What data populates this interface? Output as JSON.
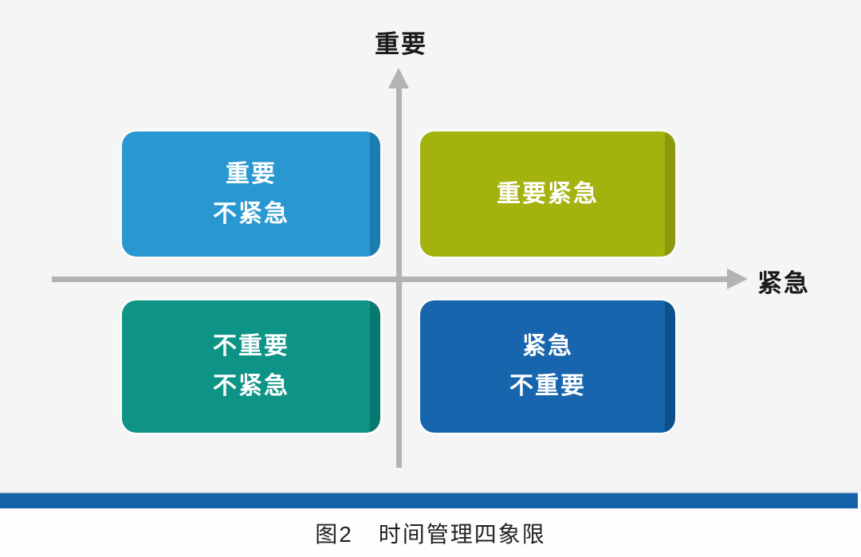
{
  "figure": {
    "axes": {
      "y_label": "重要",
      "x_label": "紧急",
      "axis_color": "#b3b3b3",
      "label_color": "#1a1a1a"
    },
    "quadrants": [
      {
        "id": "important-not-urgent",
        "position": "top-left",
        "lines": [
          "重要",
          "不紧急"
        ],
        "fill": "#2998d1",
        "edge": "#1a7cb0"
      },
      {
        "id": "important-urgent",
        "position": "top-right",
        "lines": [
          "重要紧急"
        ],
        "fill": "#a4b20e",
        "edge": "#8c990c"
      },
      {
        "id": "not-important-not-urgent",
        "position": "bottom-left",
        "lines": [
          "不重要",
          "不紧急"
        ],
        "fill": "#0d9487",
        "edge": "#09786e"
      },
      {
        "id": "urgent-not-important",
        "position": "bottom-right",
        "lines": [
          "紧急",
          "不重要"
        ],
        "fill": "#1765ac",
        "edge": "#10508a"
      }
    ],
    "quadrant_text_color": "#ffffff",
    "divider_bar_color": "#1463a8",
    "diagram_background": "#f5f5f6",
    "caption_background": "#fefefe",
    "caption": {
      "figure_label": "图2",
      "text": "时间管理四象限"
    }
  }
}
